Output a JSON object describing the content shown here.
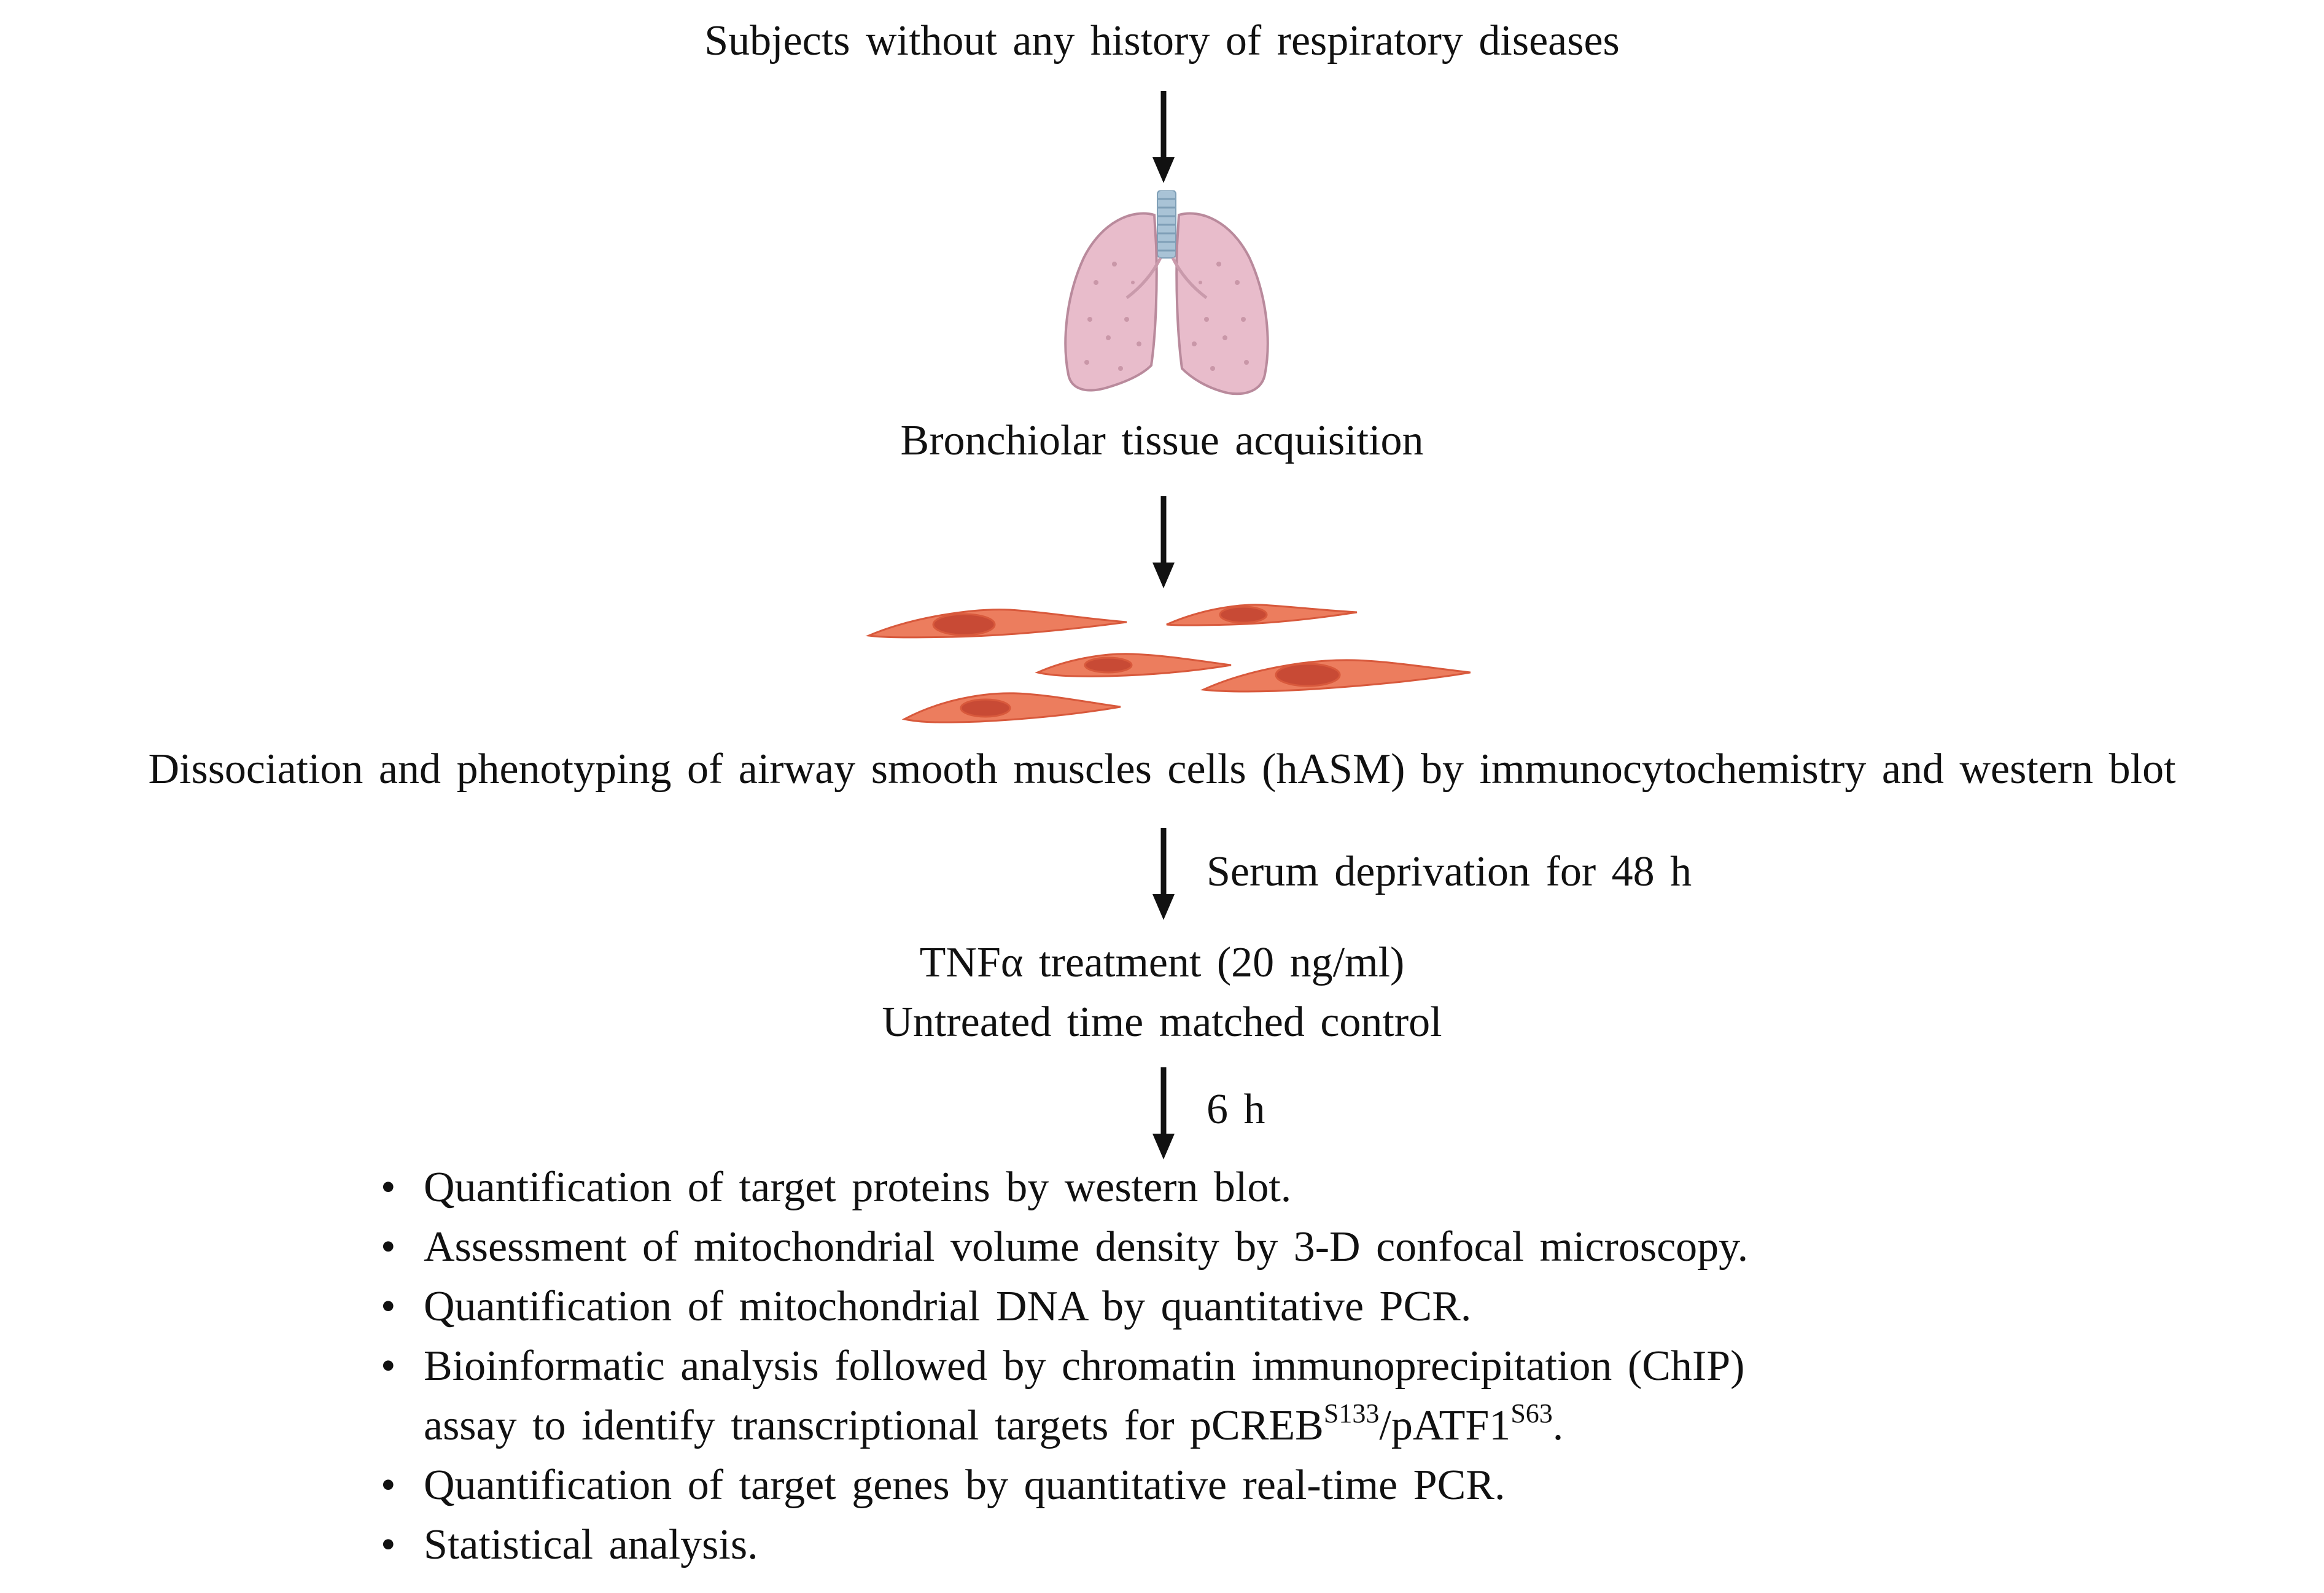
{
  "steps": {
    "subjects": "Subjects without any history of respiratory diseases",
    "bronchiolar": "Bronchiolar tissue acquisition",
    "dissociation": "Dissociation and phenotyping of airway smooth muscles cells (hASM) by immunocytochemistry and western blot",
    "treatment_line1": "TNFα treatment (20 ng/ml)",
    "treatment_line2": "Untreated time matched control"
  },
  "arrow_labels": {
    "serum": "Serum deprivation for 48 h",
    "time": "6 h"
  },
  "bullets": {
    "symbol": "•",
    "item1": "Quantification of target proteins by western blot.",
    "item2": "Assessment of mitochondrial volume density by 3-D confocal microscopy.",
    "item3": "Quantification of mitochondrial DNA by quantitative PCR.",
    "item4_line1": "Bioinformatic analysis followed by chromatin immunoprecipitation (ChIP)",
    "item4_line2_prefix": "assay to identify transcriptional targets for pCREB",
    "item4_sup1": "S133",
    "item4_mid": "/pATF1",
    "item4_sup2": "S63",
    "item4_end": ".",
    "item5": "Quantification of target genes by quantitative real-time PCR.",
    "item6": "Statistical analysis."
  },
  "colors": {
    "lung_fill": "#e8bccb",
    "lung_outline": "#b98a9c",
    "trachea": "#a9c3d6",
    "cell_fill": "#ec7d5e",
    "cell_outline": "#d8593c",
    "nucleus": "#c84a35",
    "arrow": "#111111"
  }
}
